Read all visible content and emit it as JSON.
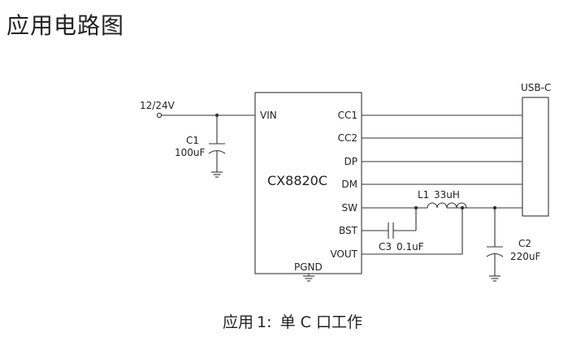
{
  "page": {
    "heading": "应用电路图",
    "caption": {
      "prefix": "应用",
      "number": "1:",
      "text": "单 C 口工作"
    }
  },
  "schematic": {
    "input_voltage": "12/24V",
    "chip": {
      "name": "CX8820C",
      "pins_left": [
        "VIN"
      ],
      "pins_right": [
        "CC1",
        "CC2",
        "DP",
        "DM",
        "SW",
        "BST",
        "VOUT"
      ],
      "pin_bottom": "PGND"
    },
    "connector": "USB-C",
    "c1": {
      "ref": "C1",
      "value": "100uF"
    },
    "c2": {
      "ref": "C2",
      "value": "220uF"
    },
    "c3": {
      "ref": "C3",
      "value": "0.1uF"
    },
    "l1": {
      "ref": "L1",
      "value": "33uH"
    }
  }
}
